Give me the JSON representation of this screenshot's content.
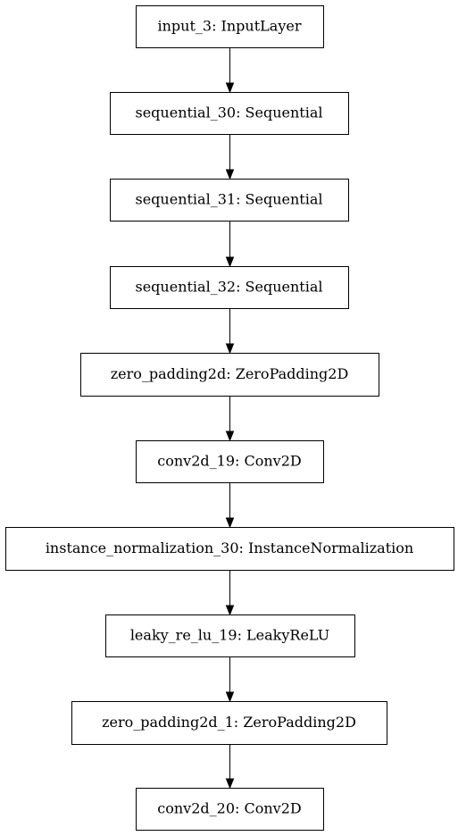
{
  "diagram": {
    "type": "model_graph",
    "nodes": [
      {
        "label": "input_3: InputLayer"
      },
      {
        "label": "sequential_30: Sequential"
      },
      {
        "label": "sequential_31: Sequential"
      },
      {
        "label": "sequential_32: Sequential"
      },
      {
        "label": "zero_padding2d: ZeroPadding2D"
      },
      {
        "label": "conv2d_19: Conv2D"
      },
      {
        "label": "instance_normalization_30: InstanceNormalization"
      },
      {
        "label": "leaky_re_lu_19: LeakyReLU"
      },
      {
        "label": "zero_padding2d_1: ZeroPadding2D"
      },
      {
        "label": "conv2d_20: Conv2D"
      }
    ],
    "edges": [
      {
        "from": 0,
        "to": 1
      },
      {
        "from": 1,
        "to": 2
      },
      {
        "from": 2,
        "to": 3
      },
      {
        "from": 3,
        "to": 4
      },
      {
        "from": 4,
        "to": 5
      },
      {
        "from": 5,
        "to": 6
      },
      {
        "from": 6,
        "to": 7
      },
      {
        "from": 7,
        "to": 8
      },
      {
        "from": 8,
        "to": 9
      }
    ]
  }
}
